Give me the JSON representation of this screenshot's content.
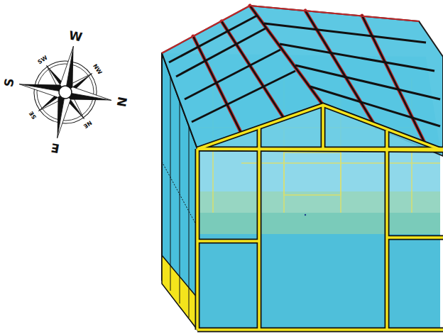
{
  "diagram": {
    "labels": [
      "W",
      "NW",
      "N",
      "NE",
      "E",
      "SE",
      "S",
      "SW"
    ]
  }
}
